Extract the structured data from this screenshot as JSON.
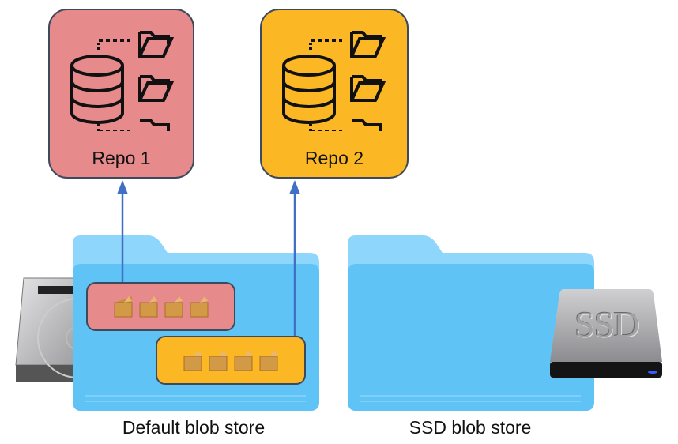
{
  "colors": {
    "repo1_fill": "#e68a8c",
    "repo2_fill": "#fbb824",
    "folder_front": "#5fc3f6",
    "folder_back": "#8fd6fc",
    "arrow": "#4070c4",
    "border": "#3d4a5c"
  },
  "repos": [
    {
      "label": "Repo 1",
      "icon": "database-folders-icon"
    },
    {
      "label": "Repo 2",
      "icon": "database-folders-icon"
    }
  ],
  "stores": [
    {
      "label": "Default blob store",
      "drive": "hard-drive-icon",
      "blob_groups": [
        {
          "repo": "Repo 1",
          "blob_count": 4
        },
        {
          "repo": "Repo 2",
          "blob_count": 4
        }
      ]
    },
    {
      "label": "SSD blob store",
      "drive": "ssd-icon",
      "drive_text": "SSD",
      "blob_groups": []
    }
  ]
}
